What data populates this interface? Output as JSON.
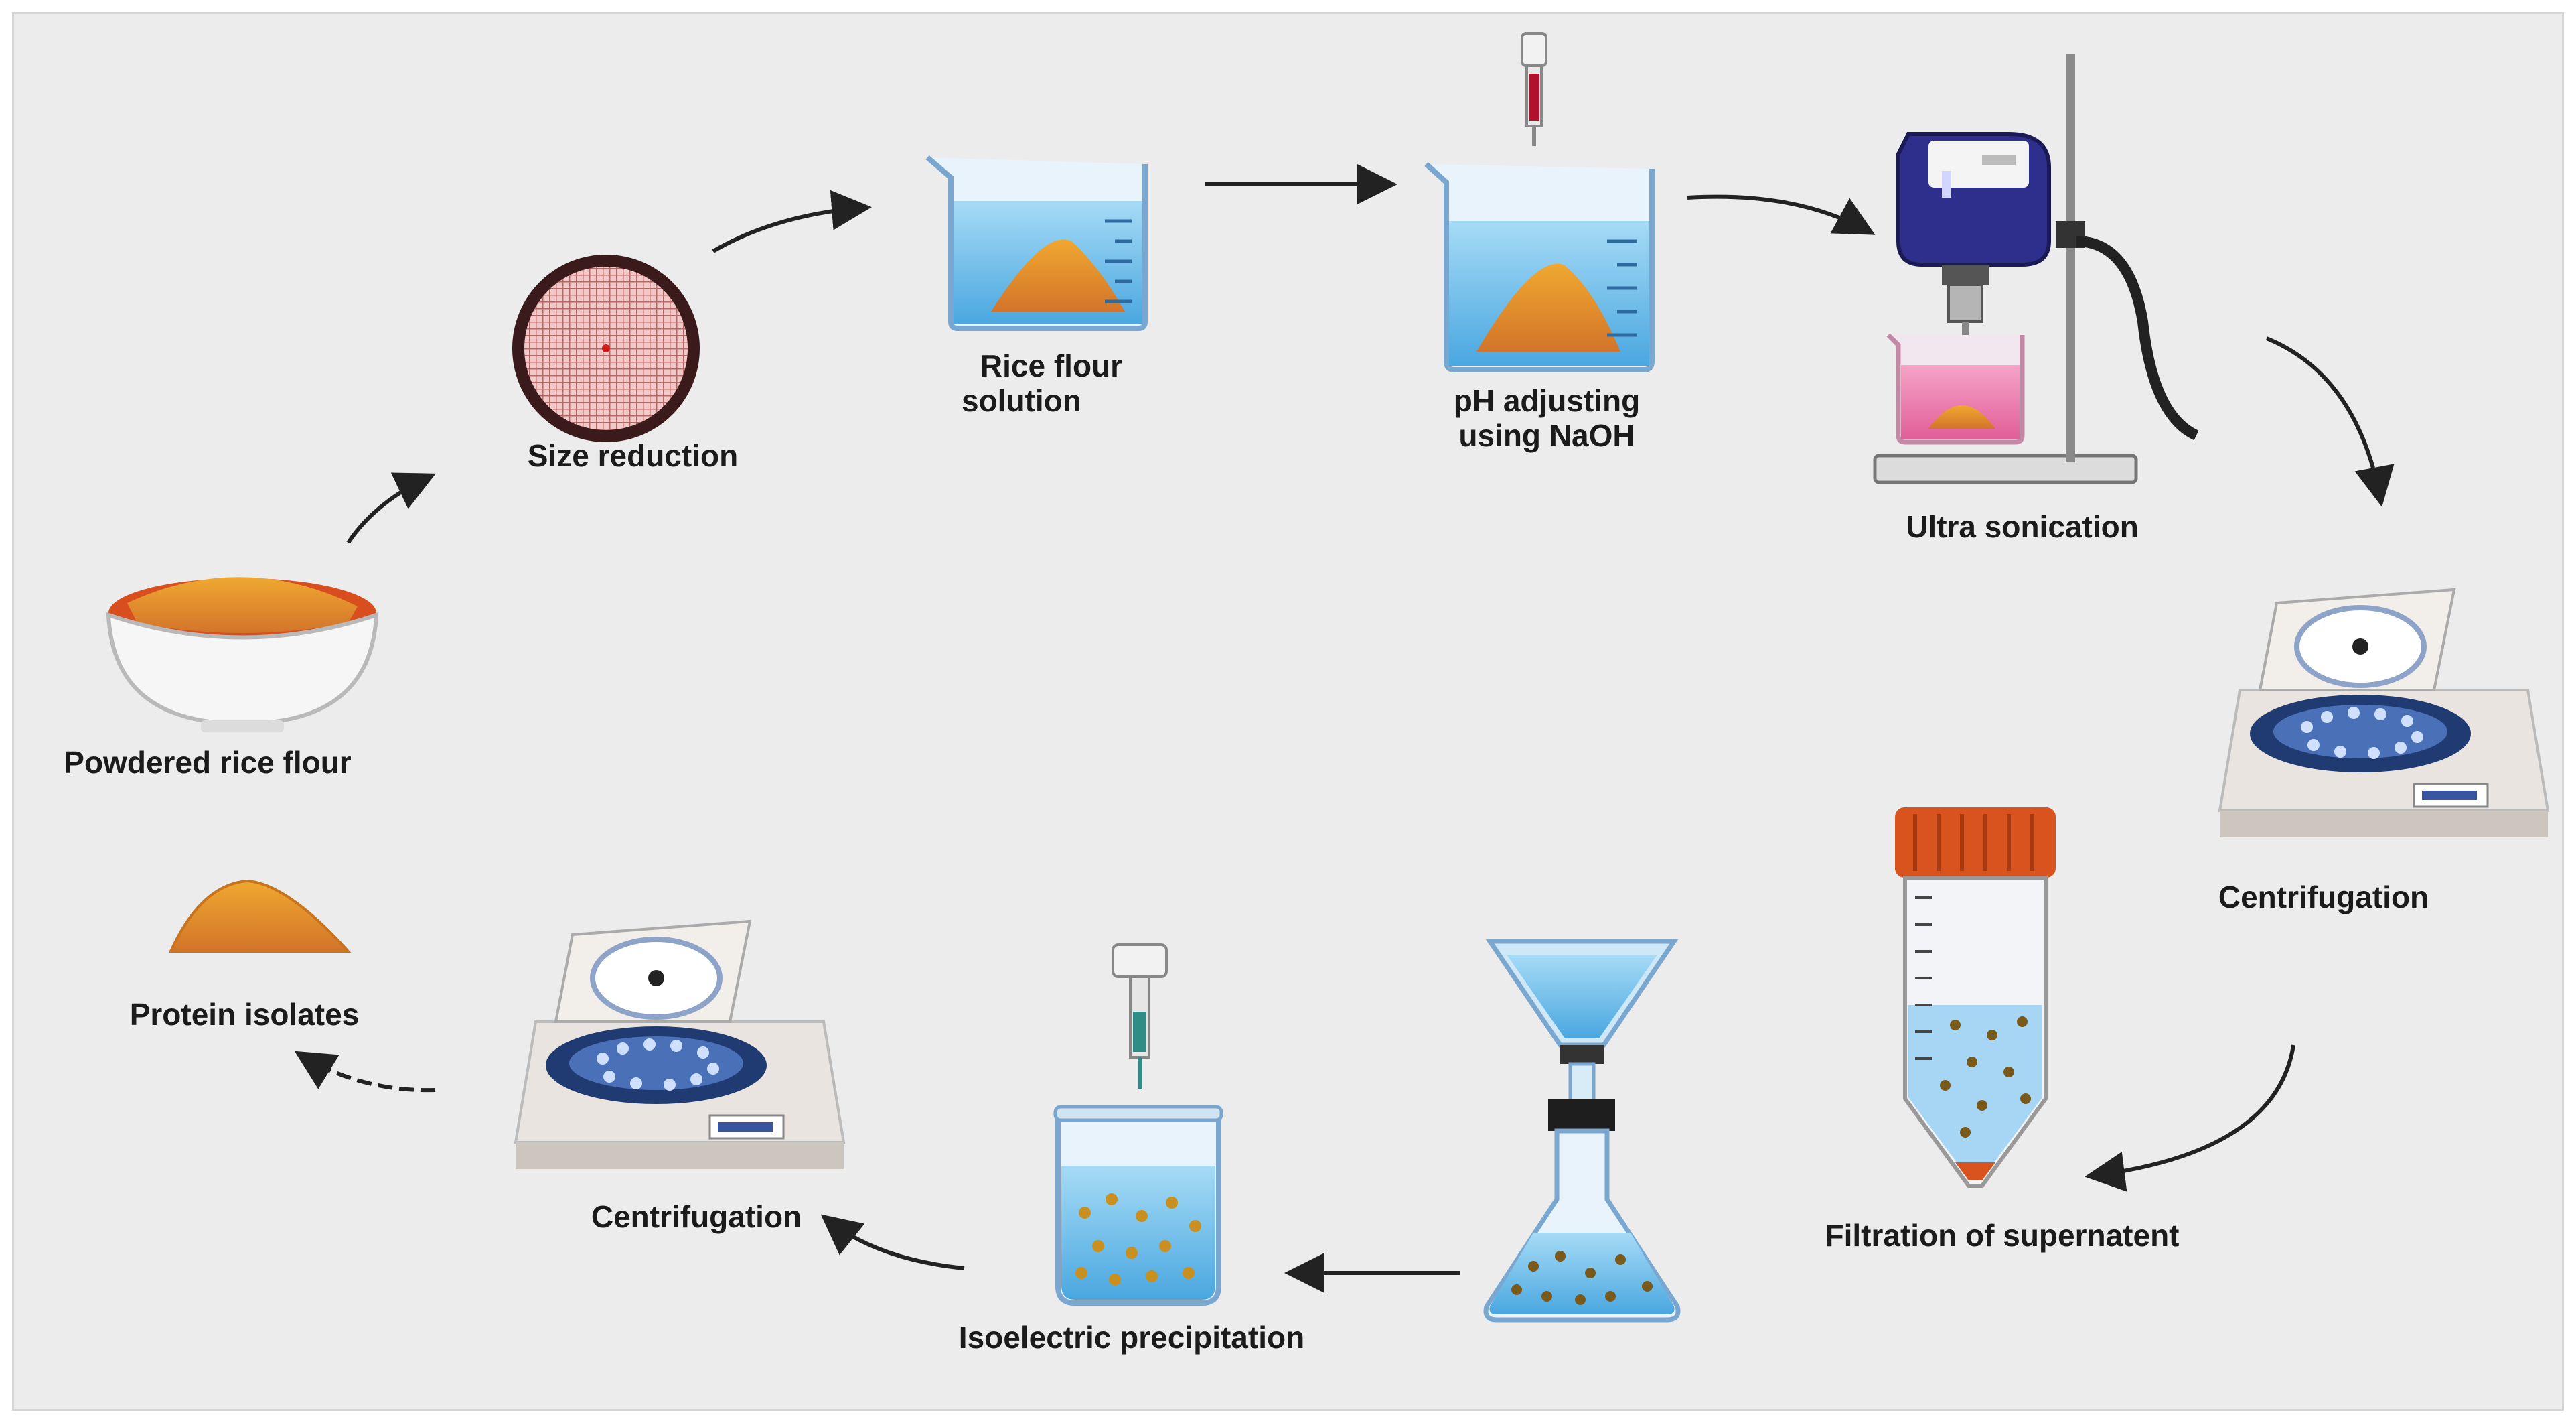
{
  "steps": {
    "powdered_rice_flour": "Powdered rice flour",
    "size_reduction": "Size reduction",
    "rice_flour_solution_line1": "Rice flour",
    "rice_flour_solution_line2": "solution",
    "ph_adjusting_line1": "pH adjusting",
    "ph_adjusting_line2": "using NaOH",
    "ultra_sonication": "Ultra sonication",
    "centrifugation_1": "Centrifugation",
    "filtration": "Filtration of supernatent",
    "isoelectric_precipitation": "Isoelectric precipitation",
    "centrifugation_2": "Centrifugation",
    "protein_isolates": "Protein isolates"
  },
  "colors": {
    "background": "#ececec",
    "flour": "#e0a030",
    "water": "#7cc4ee",
    "arrow": "#222222",
    "tube_cap": "#d9531e",
    "sonicator": "#2e2f8c"
  },
  "icons": [
    "bowl-icon",
    "sieve-icon",
    "beaker-icon",
    "pipette-icon",
    "sonicator-icon",
    "centrifuge-icon",
    "falcon-tube-icon",
    "filter-flask-icon",
    "cylinder-icon",
    "flour-pile-icon"
  ]
}
